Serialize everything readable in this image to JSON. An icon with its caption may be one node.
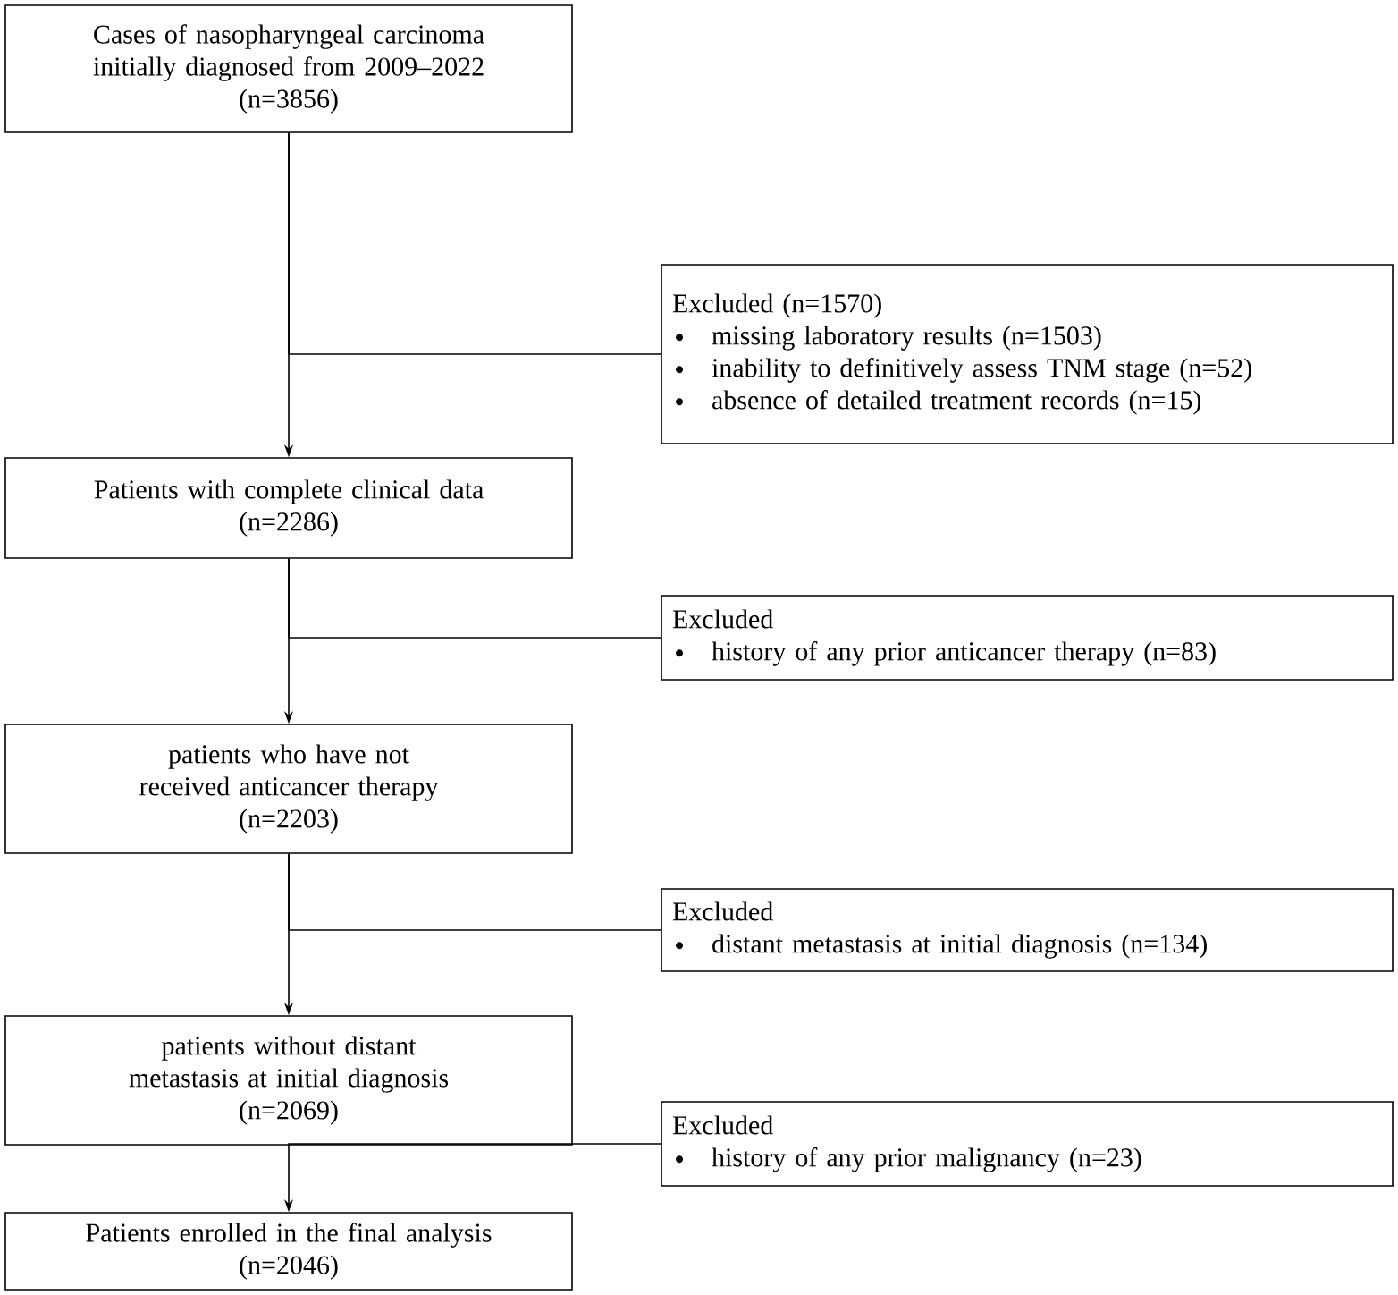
{
  "diagram": {
    "nodes": [
      {
        "text": [
          "Cases of nasopharyngeal carcinoma initially diagnosed from 2009–2022",
          "(n=3856)"
        ]
      },
      {
        "text": [
          "Excluded (n=1570)",
          "missing laboratory results (n=1503)",
          "inability to definitively assess TNM stage (n=52)",
          "absence of detailed treatment records (n=15)"
        ]
      },
      {
        "text": [
          "Patients with complete clinical data",
          "(n=2286)"
        ]
      },
      {
        "text": [
          "Excluded",
          "history of any prior anticancer therapy (n=83)"
        ]
      },
      {
        "text": [
          "patients who have not received anticancer therapy",
          "(n=2203)"
        ]
      },
      {
        "text": [
          "Excluded",
          "distant metastasis at initial diagnosis (n=134)"
        ]
      },
      {
        "text": [
          "patients without distant metastasis at initial diagnosis",
          "(n=2069)"
        ]
      },
      {
        "text": [
          "Excluded",
          "history of any prior malignancy (n=23)"
        ]
      },
      {
        "text": [
          "Patients enrolled in the final analysis",
          "(n=2046)"
        ]
      }
    ],
    "edges": [
      {
        "from": 0,
        "to": 2,
        "arrow": "to"
      },
      {
        "from": 0,
        "to": 1,
        "arrow": "none"
      },
      {
        "from": 2,
        "to": 4,
        "arrow": "to"
      },
      {
        "from": 2,
        "to": 3,
        "arrow": "none"
      },
      {
        "from": 4,
        "to": 6,
        "arrow": "to"
      },
      {
        "from": 4,
        "to": 5,
        "arrow": "none"
      },
      {
        "from": 6,
        "to": 8,
        "arrow": "to"
      },
      {
        "from": 6,
        "to": 7,
        "arrow": "none"
      }
    ]
  }
}
